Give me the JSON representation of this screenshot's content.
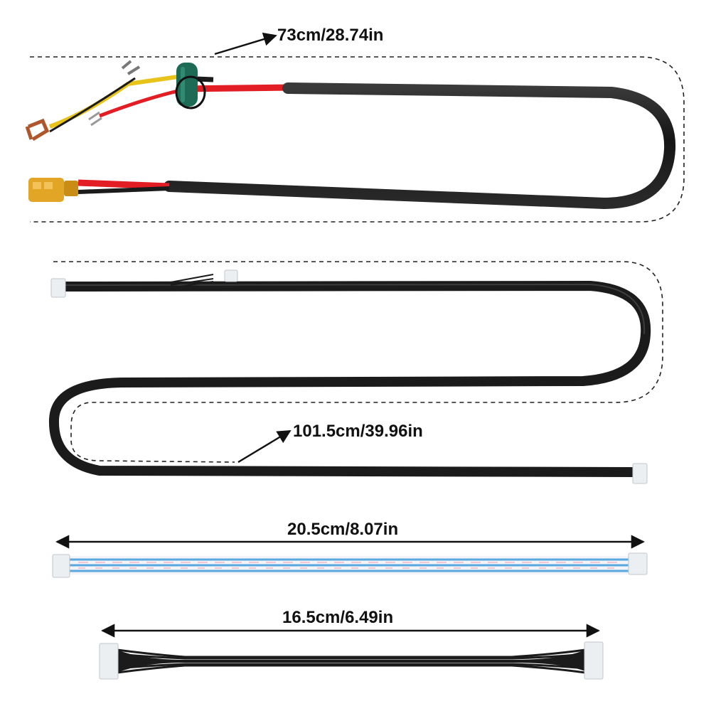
{
  "cables": [
    {
      "length_label": "73cm/28.74in"
    },
    {
      "length_label": "101.5cm/39.96in"
    },
    {
      "length_label": "20.5cm/8.07in"
    },
    {
      "length_label": "16.5cm/6.49in"
    }
  ],
  "colors": {
    "cable_black": "#1b1b1b",
    "wire_red": "#e21d24",
    "wire_yellow": "#e8c319",
    "ferrite_green": "#1d6b55",
    "xt_connector": "#e2a526",
    "jst_white": "#eceff2",
    "ribbon_blue": "#5aa8e0",
    "ribbon_white": "#f2f4f8",
    "ribbon_pink": "#f1b8c4"
  }
}
